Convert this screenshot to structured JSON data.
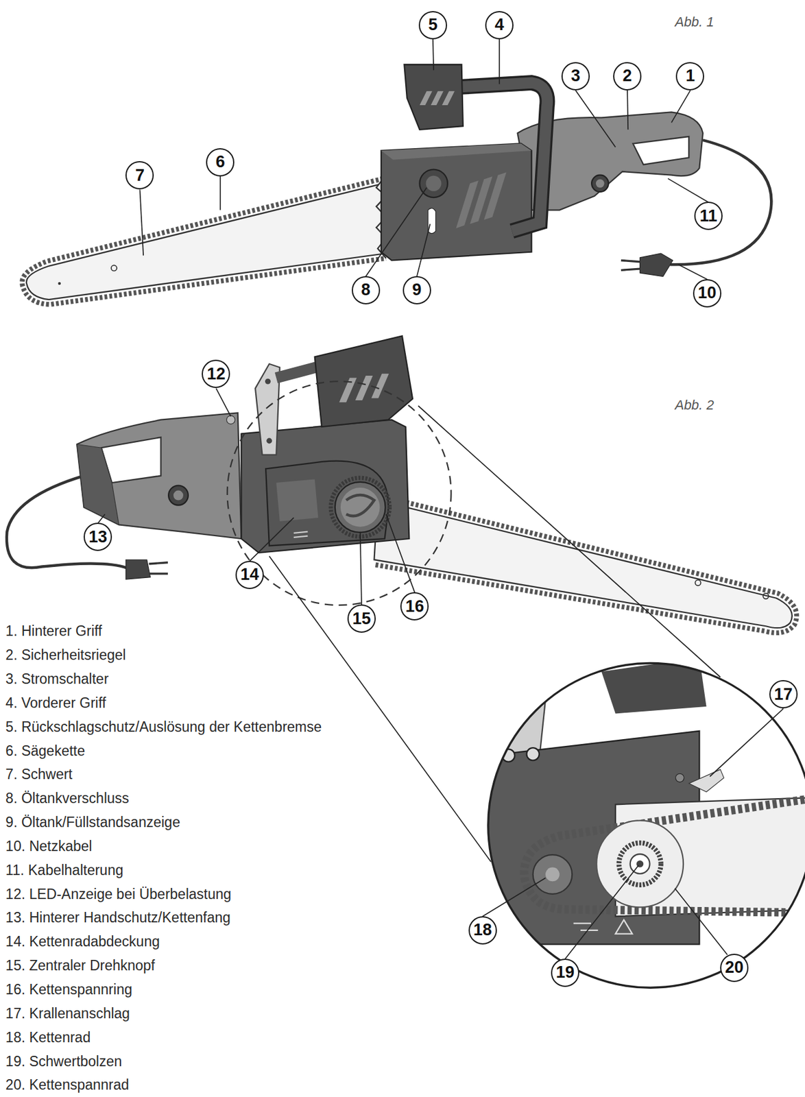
{
  "diagram": {
    "nodes": [
      {
        "text": [
          "5"
        ]
      },
      {
        "text": [
          "4"
        ]
      },
      {
        "text": [
          "3"
        ]
      },
      {
        "text": [
          "2"
        ]
      },
      {
        "text": [
          "1"
        ]
      },
      {
        "text": [
          "6"
        ]
      },
      {
        "text": [
          "7"
        ]
      },
      {
        "text": [
          "11"
        ]
      },
      {
        "text": [
          "8"
        ]
      },
      {
        "text": [
          "9"
        ]
      },
      {
        "text": [
          "10"
        ]
      },
      {
        "text": [
          "12"
        ]
      },
      {
        "text": [
          "13"
        ]
      },
      {
        "text": [
          "14"
        ]
      },
      {
        "text": [
          "16"
        ]
      },
      {
        "text": [
          "15"
        ]
      },
      {
        "text": [
          "17"
        ]
      },
      {
        "text": [
          "18"
        ]
      },
      {
        "text": [
          "20"
        ]
      },
      {
        "text": [
          "19"
        ]
      }
    ],
    "labels": [
      "Abb. 1",
      "Abb. 2",
      "1. Hinterer Griff",
      "2. Sicherheitsriegel",
      "3. Stromschalter",
      "4. Vorderer Griff",
      "5. Rückschlagschutz/Auslösung der Kettenbremse",
      "6. Sägekette",
      "7. Schwert",
      "8. Öltankverschluss",
      "9. Öltank/Füllstandsanzeige",
      "10. Netzkabel",
      "11. Kabelhalterung",
      "12. LED-Anzeige bei Überbelastung",
      "13. Hinterer Handschutz/Kettenfang",
      "14. Kettenradabdeckung",
      "15. Zentraler Drehknopf",
      "16. Kettenspannring",
      "17. Krallenanschlag",
      "18. Kettenrad",
      "19. Schwertbolzen",
      "20. Kettenspannrad"
    ]
  }
}
